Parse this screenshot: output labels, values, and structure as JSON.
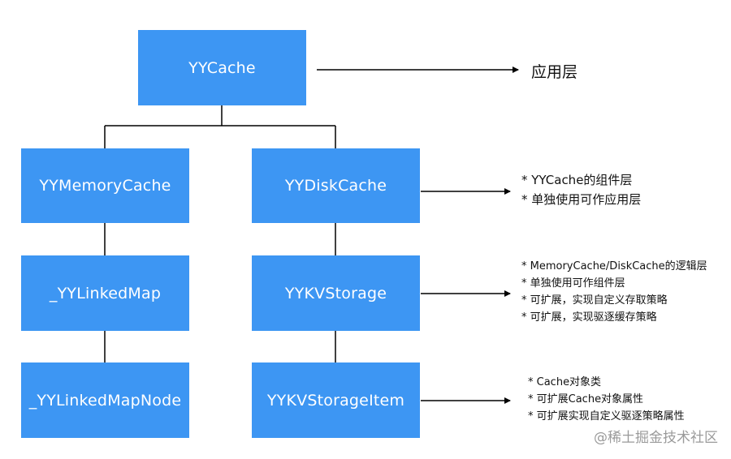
{
  "boxes": {
    "yycache": "YYCache",
    "memory_cache": "YYMemoryCache",
    "disk_cache": "YYDiskCache",
    "linked_map": "_YYLinkedMap",
    "kv_storage": "YYKVStorage",
    "linked_map_node": "_YYLinkedMapNode",
    "kv_storage_item": "YYKVStorageItem"
  },
  "annotations": {
    "app_layer": "应用层",
    "component": [
      "* YYCache的组件层",
      "* 单独使用可作应用层"
    ],
    "storage": [
      "* MemoryCache/DiskCache的逻辑层",
      "*  单独使用可作组件层",
      "*  可扩展，实现自定义存取策略",
      "*  可扩展，实现驱逐缓存策略"
    ],
    "item": [
      "*    Cache对象类",
      "*    可扩展Cache对象属性",
      "*    可扩展实现自定义驱逐策略属性"
    ]
  },
  "watermark": "@稀土掘金技术社区",
  "colors": {
    "box": "#3d96f3",
    "box_text": "#ffffff",
    "line": "#000000"
  }
}
